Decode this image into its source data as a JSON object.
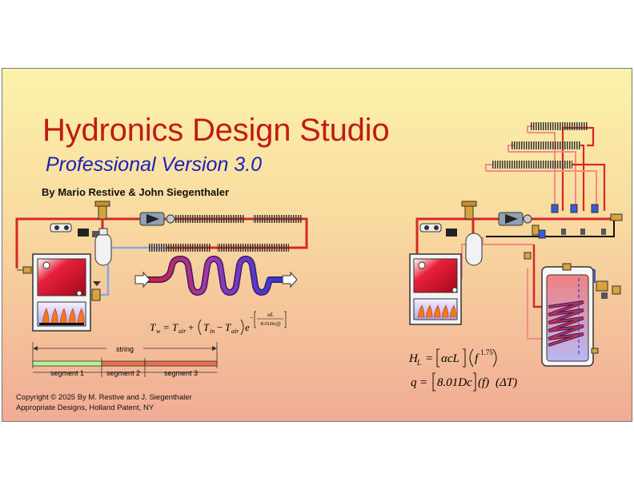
{
  "title": "Hydronics Design Studio",
  "subtitle": "Professional Version 3.0",
  "authors": "By Mario Restive & John Siegenthaler",
  "diagram": {
    "string_label": "string",
    "segments": [
      "segment 1",
      "segment 2",
      "segment 3"
    ]
  },
  "equations": {
    "tw": {
      "lhs": "T",
      "lhs_sub": "w",
      "eq": "=",
      "t_air": "T",
      "t_air_sub": "air",
      "plus": "+",
      "t_in": "T",
      "t_in_sub": "in",
      "minus": "−",
      "e": "e",
      "exp_num": "αL",
      "exp_den": "8.01Dc(f)"
    },
    "hl": {
      "lhs": "H",
      "lhs_sub": "L",
      "eq": "=",
      "bracket": "αcL",
      "f": "f",
      "f_exp": "1.75"
    },
    "q": {
      "lhs": "q",
      "eq": "=",
      "bracket": "8.01Dc",
      "f": "(f)",
      "dt": "(ΔT)"
    }
  },
  "copyright": {
    "line1": "Copyright © 2025  By M. Restive and J. Siegenthaler",
    "line2": "Appropriate Designs, Holland Patent, NY"
  },
  "colors": {
    "supply": "#d8262a",
    "return": "#8aa6e6",
    "title": "#c11b17",
    "subtitle": "#1b21b8",
    "segment1": "#b8f28e",
    "segment2": "#e8734a",
    "segment3": "#e8734a"
  }
}
